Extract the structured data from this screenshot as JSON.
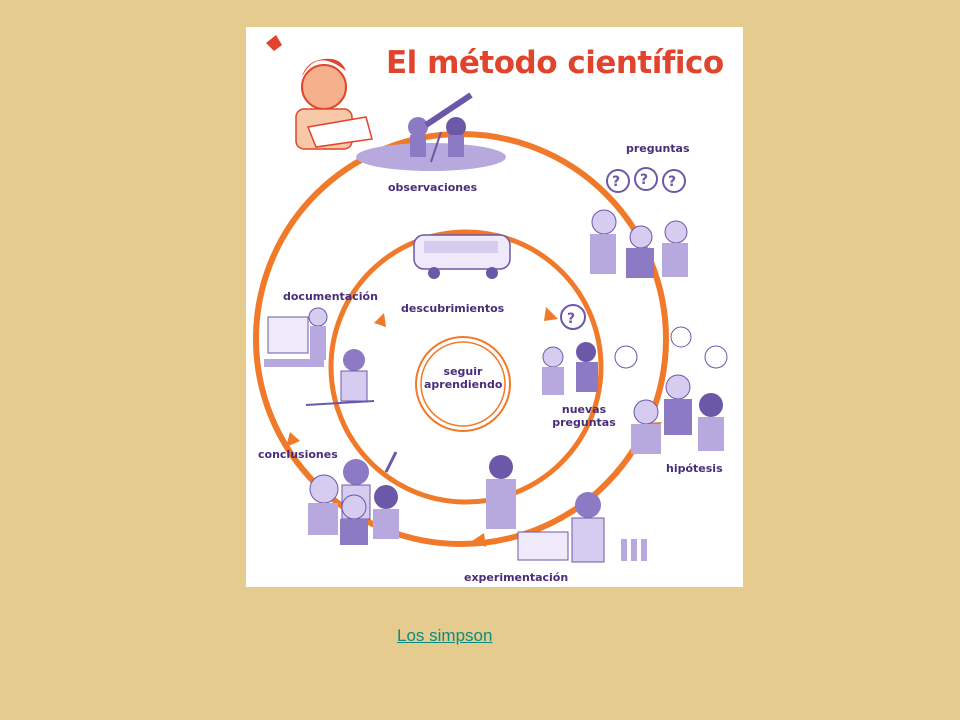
{
  "poster": {
    "title": "El método científico",
    "stages": {
      "observaciones": "observaciones",
      "preguntas": "preguntas",
      "hipotesis": "hipótesis",
      "experimentacion": "experimentación",
      "conclusiones": "conclusiones",
      "documentacion": "documentación",
      "descubrimientos": "descubrimientos",
      "nuevas_preguntas": "nuevas preguntas",
      "seguir_aprendiendo": "seguir aprendiendo"
    },
    "colors": {
      "cycle_orange": "#f07a2a",
      "title_red": "#e0442c",
      "label_purple": "#4a2d7a",
      "illustration_purple": "#8c7ac4"
    }
  },
  "link": {
    "label": "Los simpson"
  }
}
